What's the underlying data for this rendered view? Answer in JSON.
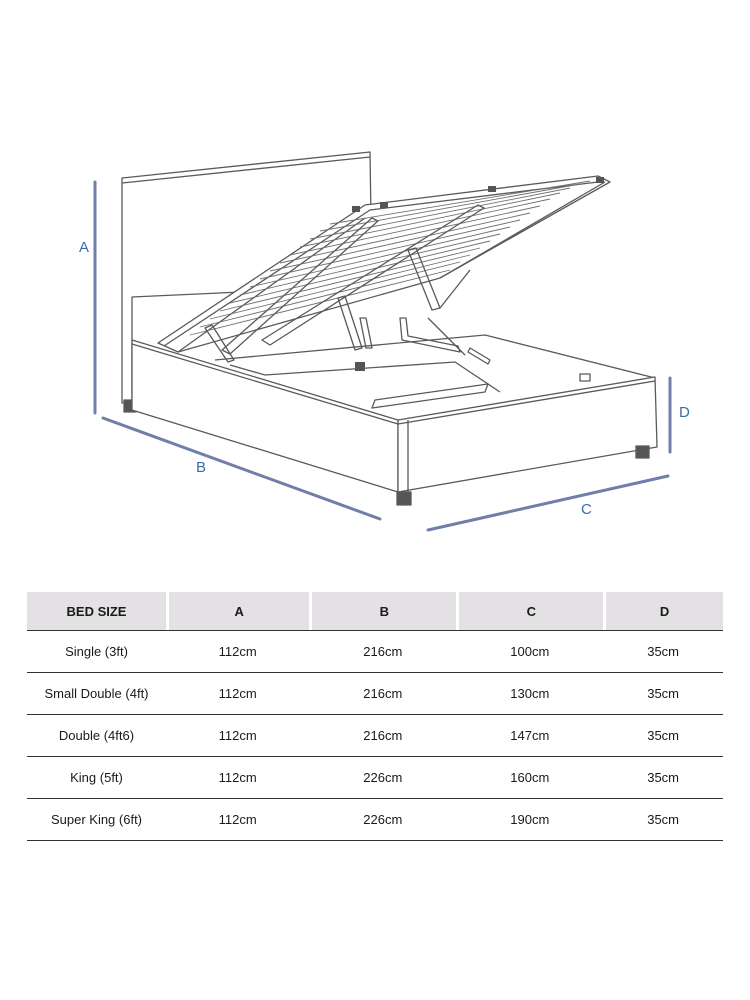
{
  "diagram": {
    "dimension_labels": {
      "a": "A",
      "b": "B",
      "c": "C",
      "d": "D"
    },
    "colors": {
      "line": "#5a5a5a",
      "dimension": "#6f7fa8",
      "label": "#3d6aa8"
    }
  },
  "table": {
    "headers": [
      "BED SIZE",
      "A",
      "B",
      "C",
      "D"
    ],
    "rows": [
      [
        "Single (3ft)",
        "112cm",
        "216cm",
        "100cm",
        "35cm"
      ],
      [
        "Small Double (4ft)",
        "112cm",
        "216cm",
        "130cm",
        "35cm"
      ],
      [
        "Double (4ft6)",
        "112cm",
        "216cm",
        "147cm",
        "35cm"
      ],
      [
        "King (5ft)",
        "112cm",
        "226cm",
        "160cm",
        "35cm"
      ],
      [
        "Super King (6ft)",
        "112cm",
        "226cm",
        "190cm",
        "35cm"
      ]
    ],
    "colors": {
      "header_bg": "#e4e1e4",
      "rule": "#333333"
    }
  }
}
